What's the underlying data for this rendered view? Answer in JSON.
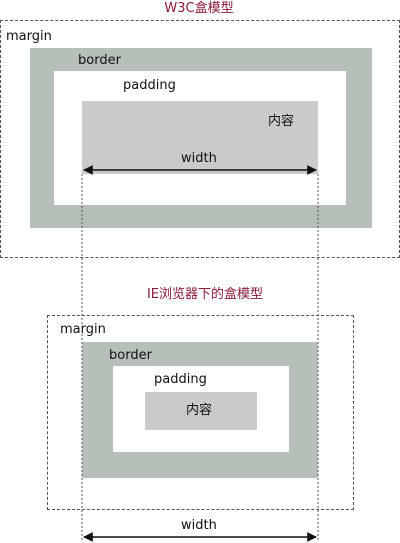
{
  "colors": {
    "title_text": "#8b1a3a",
    "label_text": "#111111",
    "border_fill": "#b6c0b9",
    "content_fill": "#cacacc",
    "padding_fill": "#ffffff",
    "dash_stroke": "#555555"
  },
  "w3c_model": {
    "title": "W3C盒模型",
    "margin_label": "margin",
    "border_label": "border",
    "padding_label": "padding",
    "content_label": "内容",
    "width_label": "width"
  },
  "ie_model": {
    "title": "IE浏览器下的盒模型",
    "margin_label": "margin",
    "border_label": "border",
    "padding_label": "padding",
    "content_label": "内容",
    "width_label": "width"
  }
}
